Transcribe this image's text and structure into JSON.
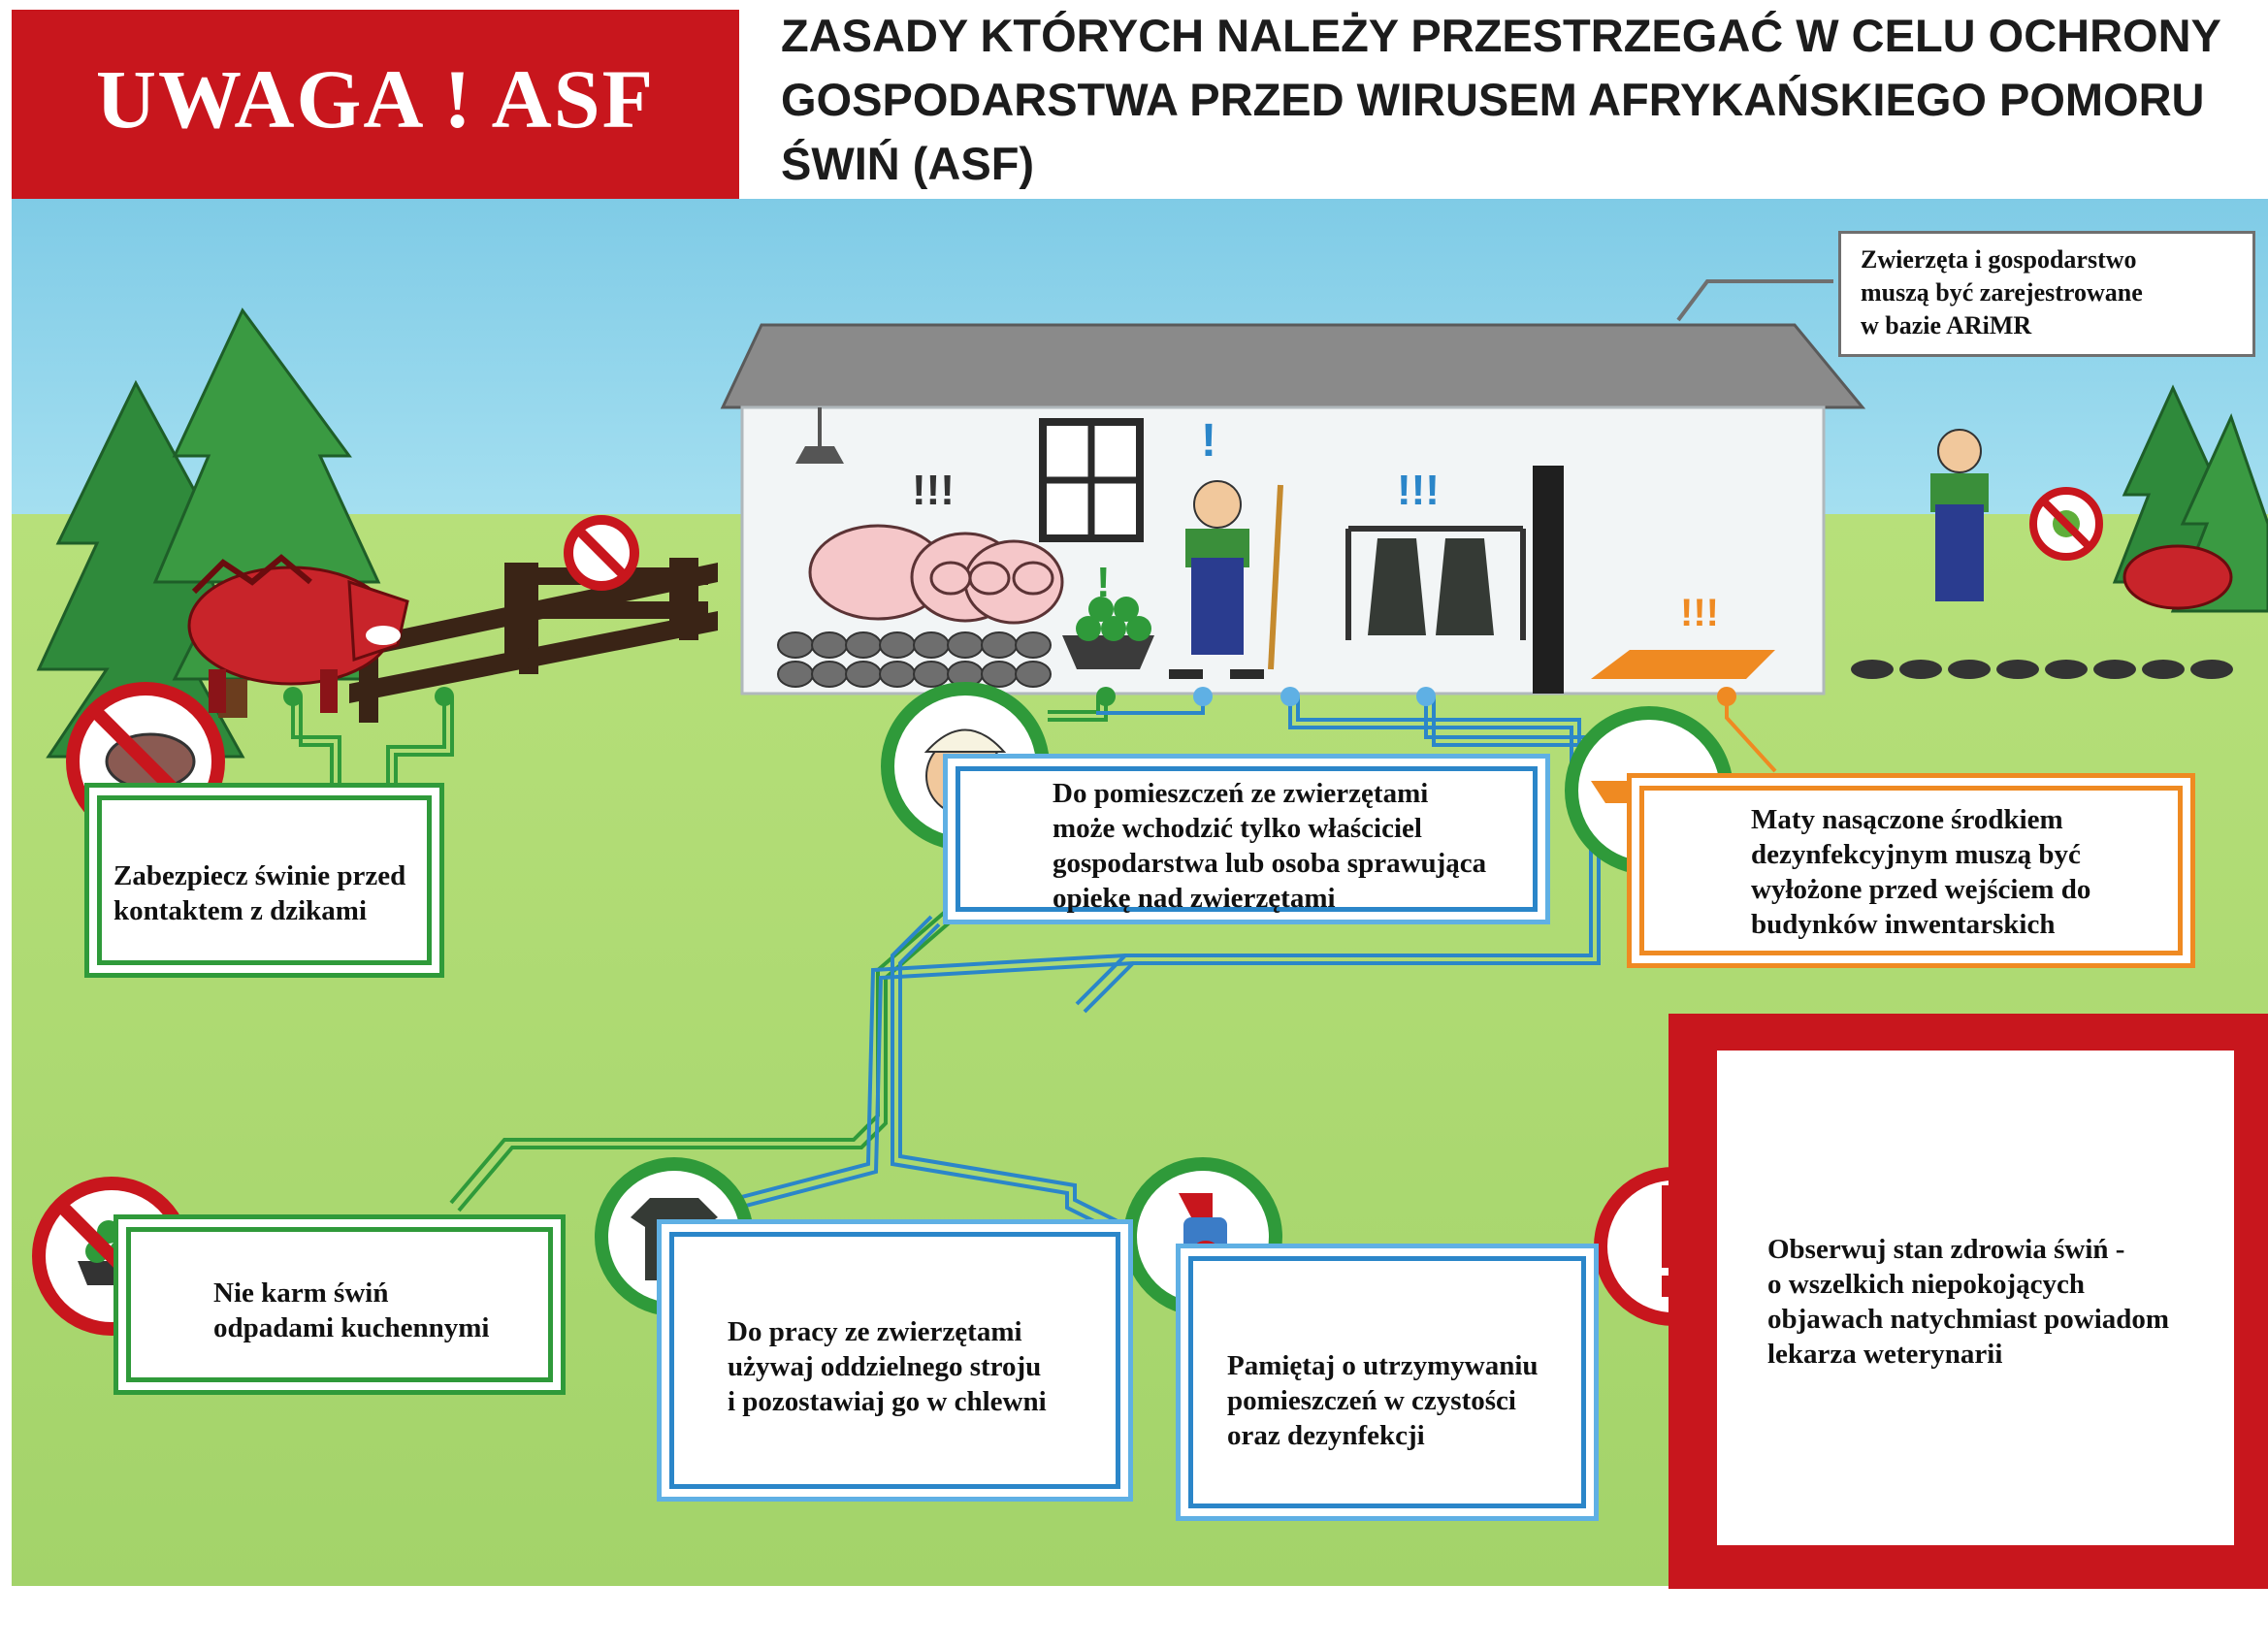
{
  "header": {
    "badge": "UWAGA ! ASF",
    "title_lines": [
      "ZASADY KTÓRYCH NALEŻY PRZESTRZEGAĆ W CELU OCHRONY",
      "GOSPODARSTWA PRZED WIRUSEM AFRYKAŃSKIEGO POMORU",
      "ŚWIŃ (ASF)"
    ]
  },
  "registration_note": {
    "lines": [
      "Zwierzęta i gospodarstwo",
      "muszą być zarejestrowane",
      "w bazie ARiMR"
    ]
  },
  "rules": [
    {
      "id": "boars",
      "lines": [
        "Zabezpiecz świnie przed",
        "kontaktem z dzikami"
      ]
    },
    {
      "id": "owner",
      "lines": [
        "Do pomieszczeń ze zwierzętami",
        "może wchodzić tylko właściciel",
        "gospodarstwa lub osoba sprawująca",
        "opiekę nad zwierzętami"
      ]
    },
    {
      "id": "mats",
      "lines": [
        "Maty nasączone środkiem",
        "dezynfekcyjnym muszą być",
        "wyłożone przed wejściem do",
        "budynków inwentarskich"
      ]
    },
    {
      "id": "kitchen",
      "lines": [
        "Nie karm świń",
        "odpadami kuchennymi"
      ]
    },
    {
      "id": "clothes",
      "lines": [
        "Do pracy ze zwierzętami",
        "używaj oddzielnego stroju",
        "i pozostawiaj go w chlewni"
      ]
    },
    {
      "id": "cleaning",
      "lines": [
        "Pamiętaj o utrzymywaniu",
        "pomieszczeń w czystości",
        "oraz dezynfekcji"
      ]
    },
    {
      "id": "health",
      "lines": [
        "Obserwuj stan zdrowia świń -",
        "o wszelkich niepokojących",
        "objawach natychmiast powiadom",
        "lekarza weterynarii"
      ]
    }
  ],
  "marks": {
    "single": "!",
    "triple": "!!!"
  },
  "colors": {
    "alert_red": "#c8161d",
    "rule_green": "#2f9a3a",
    "rule_blue": "#2b86c9",
    "rule_orange": "#ef8a22",
    "sky": "#8fd3ea",
    "grass": "#a9d86c"
  },
  "icons": [
    "boar-icon",
    "no-entry-icon",
    "farmer-head-icon",
    "disinfection-mat-icon",
    "kitchen-waste-icon",
    "work-clothes-icon",
    "spray-bottle-icon",
    "warning-exclamation-icon"
  ]
}
